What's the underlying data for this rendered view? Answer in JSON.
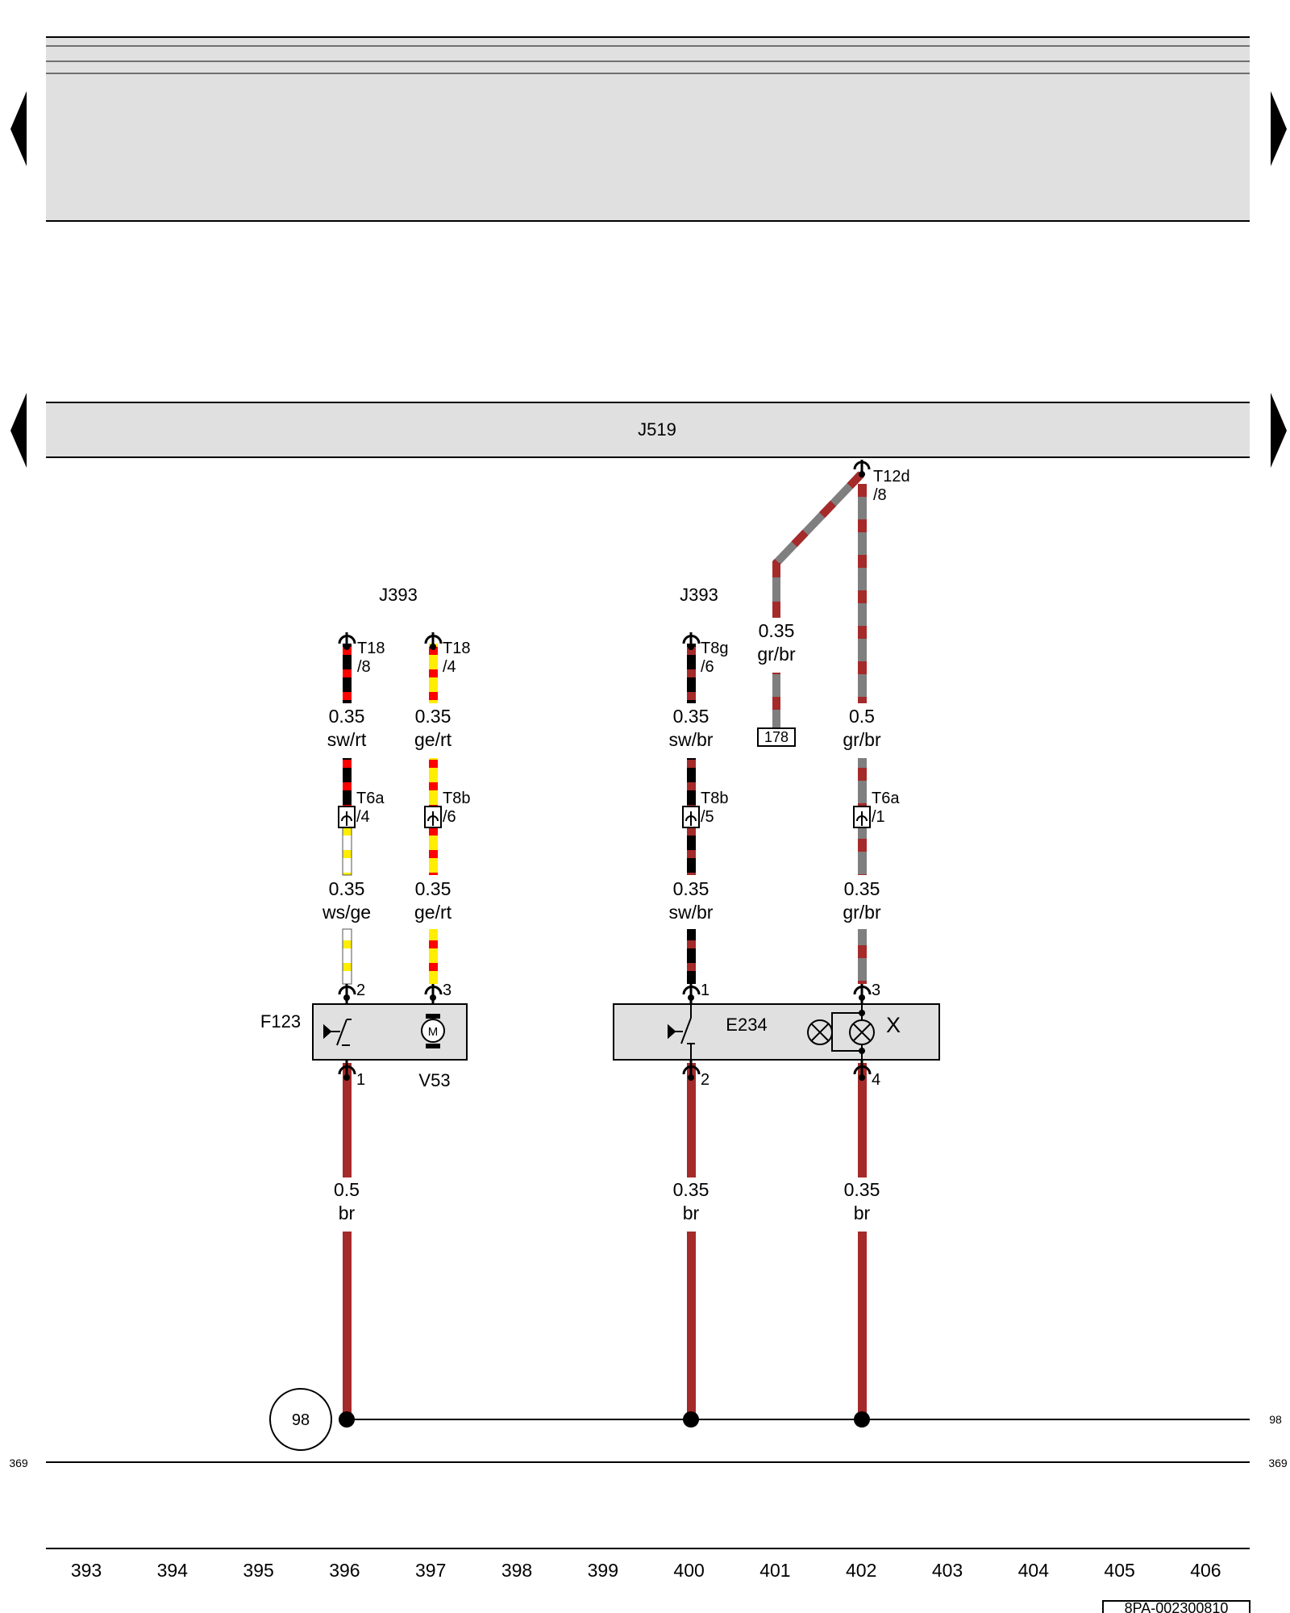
{
  "header": {
    "relay_label": "J519"
  },
  "components": {
    "j393_left": "J393",
    "j393_right": "J393",
    "f123": "F123",
    "v53": "V53",
    "e234": "E234",
    "x": "X",
    "m_symbol": "M",
    "ground_point": "98",
    "connector_178": "178"
  },
  "connectors": {
    "t12d": [
      "T12d",
      "/8"
    ],
    "t18_8": [
      "T18",
      "/8"
    ],
    "t18_4": [
      "T18",
      "/4"
    ],
    "t8g_6": [
      "T8g",
      "/6"
    ],
    "t6a_4": [
      "T6a",
      "/4"
    ],
    "t8b_6": [
      "T8b",
      "/6"
    ],
    "t8b_5": [
      "T8b",
      "/5"
    ],
    "t6a_1": [
      "T6a",
      "/1"
    ]
  },
  "pins": {
    "f123_top": "2",
    "v53_top": "3",
    "e234_top1": "1",
    "e234_top3": "3",
    "f123_bottom": "1",
    "e234_bottom2": "2",
    "e234_bottom4": "4"
  },
  "wires": {
    "w396_upper": [
      "0.35",
      "sw/rt"
    ],
    "w397_upper": [
      "0.35",
      "ge/rt"
    ],
    "w400_upper": [
      "0.35",
      "sw/br"
    ],
    "w401_branch": [
      "0.35",
      "gr/br"
    ],
    "w402_upper": [
      "0.5",
      "gr/br"
    ],
    "w396_mid": [
      "0.35",
      "ws/ge"
    ],
    "w397_mid": [
      "0.35",
      "ge/rt"
    ],
    "w400_mid": [
      "0.35",
      "sw/br"
    ],
    "w402_mid": [
      "0.35",
      "gr/br"
    ],
    "w396_low": [
      "0.5",
      "br"
    ],
    "w400_low": [
      "0.35",
      "br"
    ],
    "w402_low": [
      "0.35",
      "br"
    ]
  },
  "edge_refs": {
    "ref_98_right": "98",
    "ref_369_left": "369",
    "ref_369_right": "369"
  },
  "column_numbers": [
    "393",
    "394",
    "395",
    "396",
    "397",
    "398",
    "399",
    "400",
    "401",
    "402",
    "403",
    "404",
    "405",
    "406"
  ],
  "footer_code": "8PA-002300810",
  "colors": {
    "brown": "#a52a2a",
    "red": "#ff0000",
    "black": "#000000",
    "yellow": "#ffee00",
    "grey": "#7f7f7f",
    "white": "#ffffff",
    "panel_fill": "#e0e0e0"
  }
}
